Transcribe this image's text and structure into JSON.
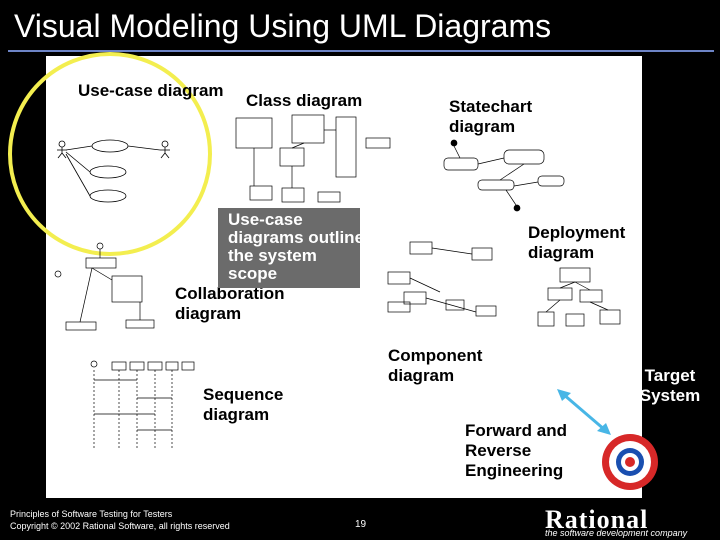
{
  "title": "Visual Modeling Using UML Diagrams",
  "labels": {
    "use_case": "Use-case diagram",
    "class": "Class diagram",
    "statechart": "Statechart diagram",
    "callout": "Use-case diagrams outline the system scope",
    "deployment": "Deployment diagram",
    "collaboration": "Collaboration diagram",
    "component": "Component diagram",
    "sequence": "Sequence diagram",
    "forward_reverse": "Forward and Reverse Engineering",
    "target": "Target System"
  },
  "footer": {
    "line1": "Principles of Software Testing for Testers",
    "line2": "Copyright © 2002 Rational Software, all rights reserved",
    "page": "19"
  },
  "brand": {
    "logo": "Rational",
    "tagline": "the software development company"
  },
  "colors": {
    "highlight": "#f3ee4f",
    "title_rule": "#6d84c6",
    "target_red": "#d72828",
    "target_blue": "#1a4fb0",
    "arrow": "#48b6e6"
  }
}
